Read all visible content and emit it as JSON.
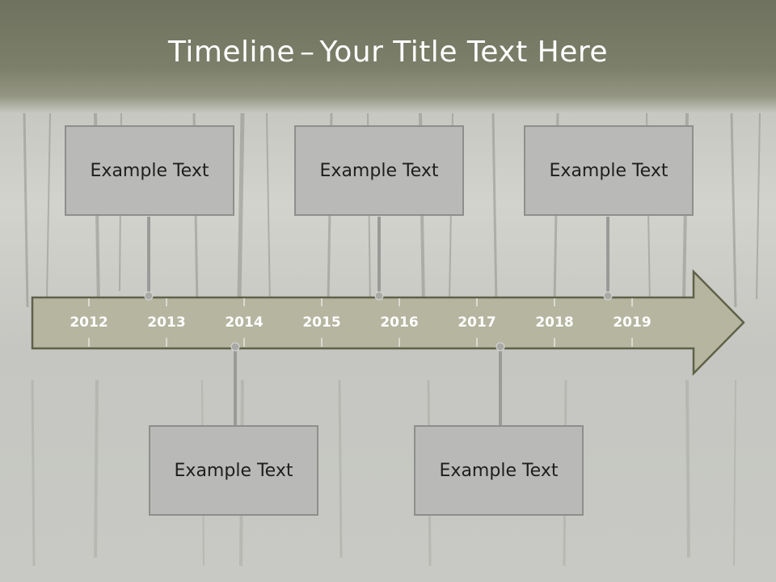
{
  "slide": {
    "title_part1": "Timeline",
    "title_sep": "–",
    "title_part2": "Your Title Text Here"
  },
  "timeline": {
    "years": [
      "2012",
      "2013",
      "2014",
      "2015",
      "2016",
      "2017",
      "2018",
      "2019"
    ],
    "events_above": [
      {
        "label": "Example Text"
      },
      {
        "label": "Example Text"
      },
      {
        "label": "Example Text"
      }
    ],
    "events_below": [
      {
        "label": "Example Text"
      },
      {
        "label": "Example Text"
      }
    ]
  },
  "colors": {
    "header": "#72755f",
    "arrow_fill": "#b5b5a0",
    "arrow_stroke": "#5f6148",
    "year_text": "#ffffff",
    "box_fill": "#b9b9b8",
    "box_border": "#8e8e8c",
    "connector": "#9a9a98"
  }
}
